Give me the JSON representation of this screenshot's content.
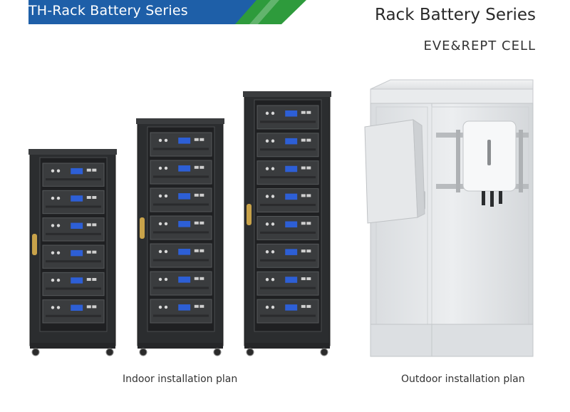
{
  "banner": {
    "label": "TH-Rack Battery Series",
    "color_dark": "#1e5fa8",
    "color_accent": "#2e9b3c"
  },
  "header": {
    "title": "Rack Battery Series",
    "subtitle": "EVE&REPT CELL"
  },
  "captions": {
    "indoor": "Indoor installation plan",
    "outdoor": "Outdoor installation plan"
  },
  "cabinets": {
    "indoor_small_modules": 6,
    "indoor_medium_modules": 7,
    "indoor_large_modules": 8,
    "cabinet_color": "#2b2d2f",
    "module_color": "#3a3c3e",
    "display_color": "#2d5fd6",
    "handle_color": "#c9a34a"
  },
  "outdoor": {
    "body_color": "#e4e6e8"
  }
}
